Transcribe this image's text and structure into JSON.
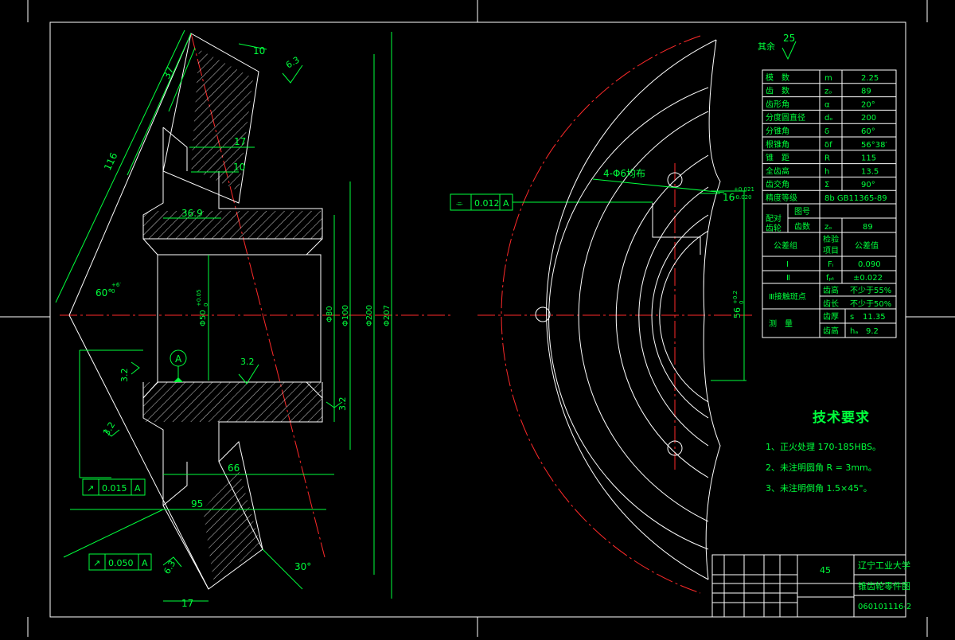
{
  "dimensions": {
    "d10": "10",
    "d37": "37",
    "d116": "116",
    "d17_top": "17",
    "d10_mid": "10",
    "d36_9": "36.9",
    "ang60": "60°",
    "ang60_tol_up": "+6′",
    "ang60_tol_dn": "0",
    "bore": "Φ50",
    "bore_tol_up": "+0.05",
    "bore_tol_dn": "0",
    "d80": "Φ80",
    "d100": "Φ100",
    "d200": "Φ200",
    "d207": "Φ207",
    "d66": "66",
    "d95": "95",
    "d17_bot": "17",
    "ang30": "30°",
    "holes": "4-Φ6均布",
    "keyway": "16",
    "keyway_tol_up": "+0.021",
    "keyway_tol_dn": "-0.020",
    "keydepth": "56",
    "keydepth_tol_up": "+0.2",
    "keydepth_tol_dn": "0"
  },
  "roughness": {
    "r1": "6.3",
    "r2": "3.2",
    "r3": "3.2",
    "r4": "3.2",
    "r5": "3.2",
    "r6": "6.3",
    "rest_label": "其余",
    "rest_val": "25"
  },
  "datum": "A",
  "tolerances": {
    "flatness": {
      "sym": "⌯",
      "val": "0.012",
      "ref": "A"
    },
    "runout1": {
      "sym": "↗",
      "val": "0.015",
      "ref": "A"
    },
    "runout2": {
      "sym": "↗",
      "val": "0.050",
      "ref": "A"
    }
  },
  "params": [
    [
      "模　数",
      "m",
      "2.25"
    ],
    [
      "齿　数",
      "zₒ",
      "89"
    ],
    [
      "齿形角",
      "α",
      "20°"
    ],
    [
      "分度圆直径",
      "dₒ",
      "200"
    ],
    [
      "分锥角",
      "δ",
      "60°"
    ],
    [
      "根锥角",
      "δf",
      "56°38′"
    ],
    [
      "锥　距",
      "R",
      "115"
    ],
    [
      "全齿高",
      "h",
      "13.5"
    ],
    [
      "齿交角",
      "Σ",
      "90°"
    ],
    [
      "精度等级",
      "8b GB11365-89",
      ""
    ]
  ],
  "mating": {
    "label": "配对\n齿轮",
    "row1": "图号",
    "row2": "齿数",
    "row2_sym": "zₒ",
    "row2_val": "89"
  },
  "tol_header": [
    "公差组",
    "检验\n项目",
    "公差值"
  ],
  "tol_rows": [
    [
      "Ⅰ",
      "Fᵢ",
      "0.090"
    ],
    [
      "Ⅱ",
      "fₚₜ",
      "±0.022"
    ]
  ],
  "contact": {
    "label": "Ⅲ接触斑点",
    "r1": [
      "齿高",
      "不少于55%"
    ],
    "r2": [
      "齿长",
      "不少于50%"
    ]
  },
  "measure": {
    "label": "测　量",
    "r1": [
      "齿厚",
      "s",
      "11.35"
    ],
    "r2": [
      "齿高",
      "hₐ",
      "9.2"
    ]
  },
  "tech": {
    "title": "技术要求",
    "items": [
      "1、正火处理 170-185HBS。",
      "2、未注明圆角 R = 3mm。",
      "3、未注明倒角 1.5×45°。"
    ]
  },
  "title_block": {
    "material": "45",
    "school": "辽宁工业大学",
    "part": "锥齿轮零件图",
    "drawing_no": "060101116-2"
  }
}
